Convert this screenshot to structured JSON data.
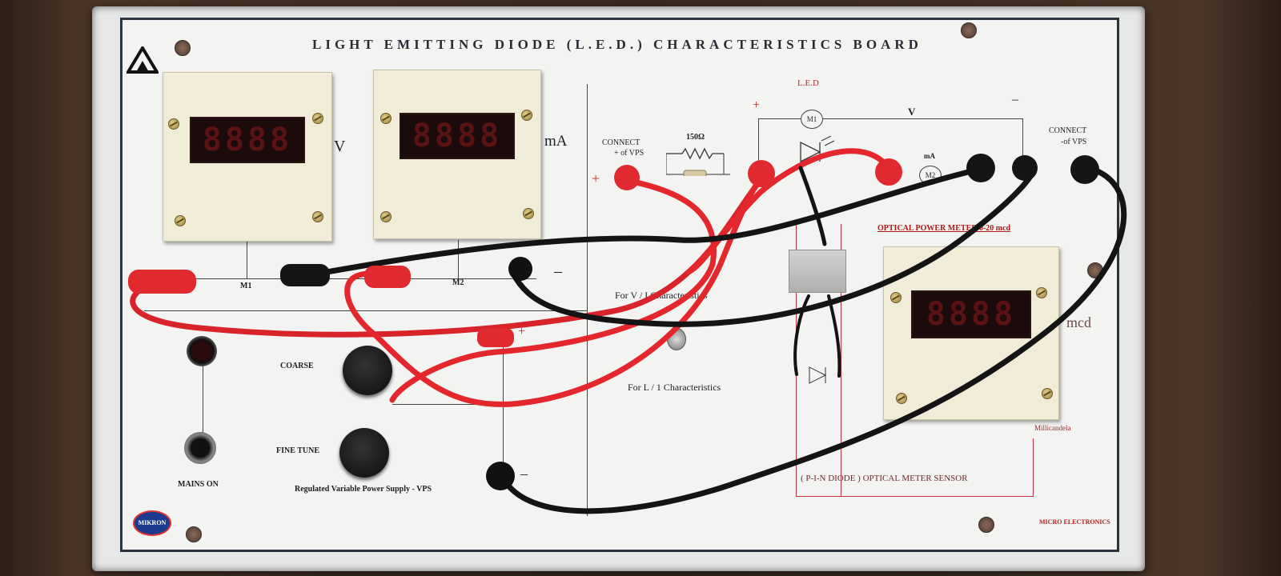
{
  "board": {
    "title": "LIGHT EMITTING DIODE (L.E.D.) CHARACTERISTICS BOARD",
    "manufacturer": "MICRO ELECTRONICS",
    "brand_badge": "MIKRON"
  },
  "meters": {
    "voltage": {
      "reading": "8888",
      "unit": "V"
    },
    "current": {
      "reading": "8888",
      "unit": "mA"
    },
    "optical": {
      "reading": "8888",
      "unit": "mcd",
      "caption": "Millicandela"
    }
  },
  "labels": {
    "m1": "M1",
    "m2": "M2",
    "minus_top": "–",
    "connect_plus": "CONNECT",
    "connect_plus_sub": "+ of VPS",
    "connect_minus": "CONNECT",
    "connect_minus_sub": "-of VPS",
    "resistor": "150Ω",
    "led_heading": "L.E.D",
    "v_label": "V",
    "ma_label": "mA",
    "m1_circle": "M1",
    "m2_circle": "M2",
    "plus_vps": "+",
    "optical_heading": "OPTICAL POWER METER 0-20 mcd",
    "vi_text": "For V / I Characteristics",
    "li_text": "For L / 1  Characteristics",
    "sensor_text": "( P-I-N DIODE ) OPTICAL METER SENSOR",
    "coarse": "COARSE",
    "fine_tune": "FINE TUNE",
    "mains_on": "MAINS ON",
    "vps": "Regulated Variable Power Supply - VPS",
    "plus_mid": "+",
    "minus_mid": "–",
    "minus_lower": "–"
  },
  "colors": {
    "red_wire": "#e8262b",
    "black_wire": "#141414",
    "panel": "#f3f4f2"
  }
}
